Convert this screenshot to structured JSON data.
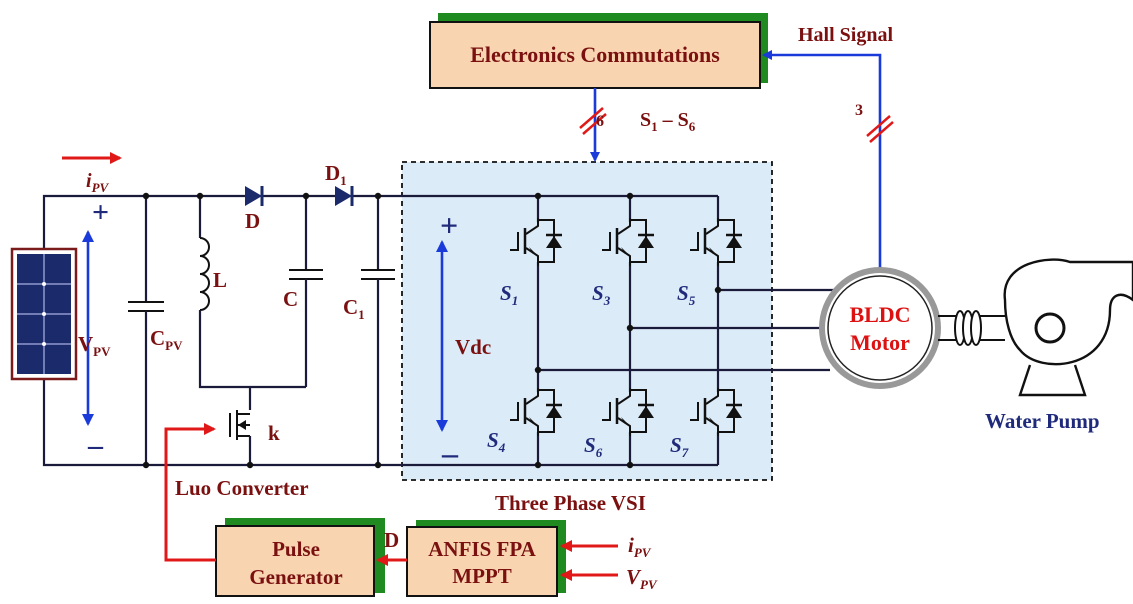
{
  "labels": {
    "electronics_commutations": "Electronics Commutations",
    "hall_signal": "Hall Signal",
    "bus6": "6",
    "bus3": "3",
    "switch_range_S": "S",
    "switch_range_sub1": "1",
    "switch_range_dash": " – S",
    "switch_range_sub6": "6",
    "ipv_i": "i",
    "ipv_sub": "PV",
    "plus_pv": "+",
    "minus_pv": "–",
    "vpv_V": "V",
    "vpv_sub": "PV",
    "cpv_C": "C",
    "cpv_sub": "PV",
    "L": "L",
    "D": "D",
    "D1": "D",
    "D1_sub": "1",
    "C": "C",
    "C1": "C",
    "C1_sub": "1",
    "k": "k",
    "luo_converter": "Luo Converter",
    "plus_vdc": "+",
    "minus_vdc": "–",
    "vdc": "Vdc",
    "s1": "S",
    "s1_sub": "1",
    "s3": "S",
    "s3_sub": "3",
    "s5": "S",
    "s5_sub": "5",
    "s4": "S",
    "s4_sub": "4",
    "s6": "S",
    "s6_sub": "6",
    "s7": "S",
    "s7_sub": "7",
    "three_phase_vsi": "Three Phase VSI",
    "bldc_line1": "BLDC",
    "bldc_line2": "Motor",
    "water_pump": "Water Pump",
    "pulse_line1": "Pulse",
    "pulse_line2": "Generator",
    "anfis_line1": "ANFIS FPA",
    "anfis_line2": "MPPT",
    "duty_D": "D",
    "in_ipv_i": "i",
    "in_ipv_sub": "PV",
    "in_vpv_V": "V",
    "in_vpv_sub": "PV"
  },
  "colors": {
    "block_fill": "#f8d4b0",
    "block_shadow": "#1f8a1f",
    "label_maroon": "#7a1010",
    "label_navy": "#1f2a7a",
    "signal_blue": "#1a3ad9",
    "signal_red": "#e01818",
    "vsi_fill": "#dcebf8",
    "motor_ring": "#888888",
    "motor_text": "#dd1111",
    "panel_cell": "#1a2a6a"
  }
}
